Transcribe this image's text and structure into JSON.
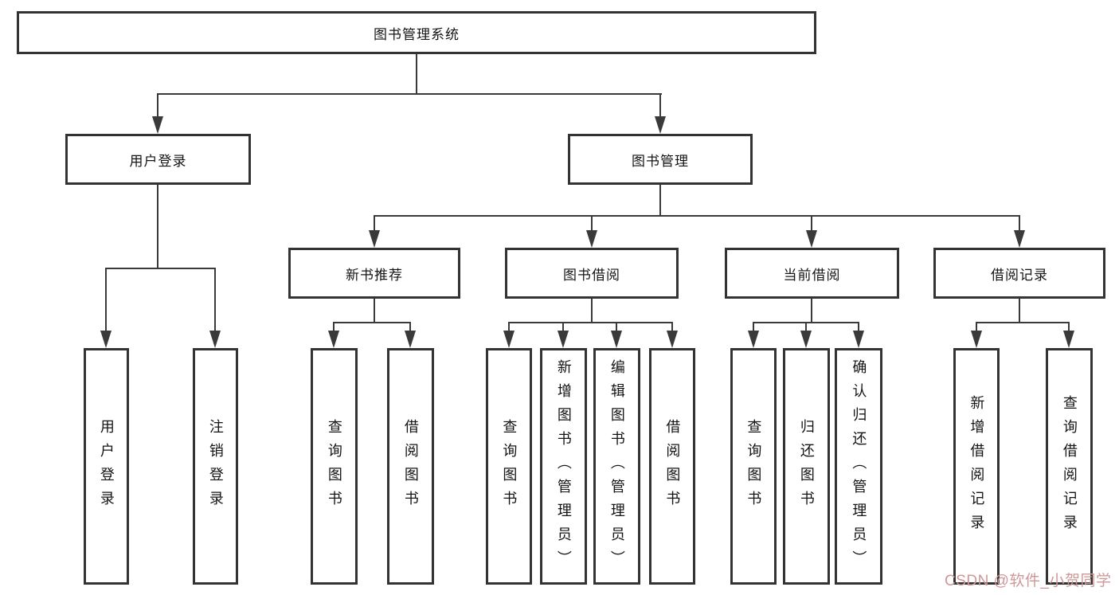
{
  "nodes": {
    "root": "图书管理系统",
    "user_login": "用户登录",
    "book_mgmt": "图书管理",
    "new_book_rec": "新书推荐",
    "book_borrow": "图书借阅",
    "current_borrow": "当前借阅",
    "borrow_records": "借阅记录",
    "leaf_user_login": "用户登录",
    "leaf_logout": "注销登录",
    "leaf_query_book_a": "查询图书",
    "leaf_borrow_book_a": "借阅图书",
    "leaf_query_book_b": "查询图书",
    "leaf_add_book": "新增图书（管理员）",
    "leaf_edit_book": "编辑图书（管理员）",
    "leaf_borrow_book_b": "借阅图书",
    "leaf_query_book_c": "查询图书",
    "leaf_return_book": "归还图书",
    "leaf_confirm_return": "确认归还（管理员）",
    "leaf_add_record": "新增借阅记录",
    "leaf_query_record": "查询借阅记录"
  },
  "watermark": {
    "text": "CSDN @软件_小贺同学",
    "color": "#cf9898"
  },
  "colors": {
    "line": "#3a3a3a",
    "border": "#333333",
    "text": "#141414",
    "background": "#ffffff"
  }
}
